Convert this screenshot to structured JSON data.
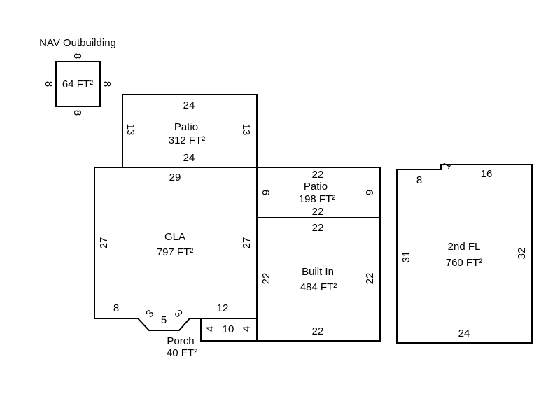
{
  "areas": {
    "outbuilding": {
      "name": "NAV Outbuilding",
      "area": "64 FT²",
      "dims": {
        "top": "8",
        "bottom": "8",
        "left": "8",
        "right": "8"
      }
    },
    "patio_top": {
      "name": "Patio",
      "area": "312 FT²",
      "dims": {
        "top": "24",
        "bottom": "24",
        "left": "13",
        "right": "13"
      }
    },
    "gla": {
      "name": "GLA",
      "area": "797 FT²",
      "dims": {
        "top": "29",
        "left": "27",
        "right": "27",
        "bottom_left": "8",
        "bottom_right": "12",
        "notch_left": "3",
        "notch_bottom": "5",
        "notch_right": "3"
      }
    },
    "patio_right": {
      "name": "Patio",
      "area": "198 FT²",
      "dims": {
        "top": "22",
        "bottom": "22",
        "left": "9",
        "right": "9"
      }
    },
    "built_in": {
      "name": "Built In",
      "area": "484 FT²",
      "dims": {
        "top": "22",
        "bottom": "22",
        "left": "22",
        "right": "22"
      }
    },
    "porch": {
      "name": "Porch",
      "area": "40 FT²",
      "dims": {
        "top": "10",
        "left": "4",
        "right": "4"
      }
    },
    "second_floor": {
      "name": "2nd FL",
      "area": "760 FT²",
      "dims": {
        "top_left": "8",
        "top_step": "1",
        "top_right": "16",
        "left": "31",
        "right": "32",
        "bottom": "24"
      }
    }
  }
}
